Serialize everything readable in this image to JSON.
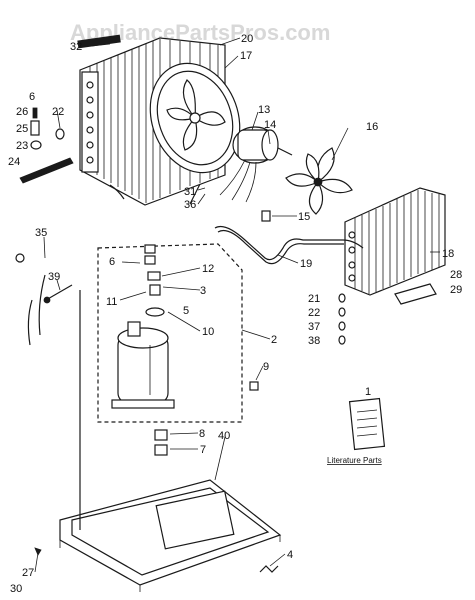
{
  "watermark": "AppliancePartsPros.com",
  "literature_label": "Literature Parts",
  "callouts": {
    "c1": "1",
    "c2": "2",
    "c3": "3",
    "c4": "4",
    "c5": "5",
    "c6": "6",
    "c6b": "6",
    "c7": "7",
    "c8": "8",
    "c9": "9",
    "c10": "10",
    "c11": "11",
    "c12": "12",
    "c13": "13",
    "c14": "14",
    "c15": "15",
    "c16": "16",
    "c17": "17",
    "c18": "18",
    "c19": "19",
    "c20": "20",
    "c21": "21",
    "c22": "22",
    "c22b": "22",
    "c23": "23",
    "c24": "24",
    "c25": "25",
    "c26": "26",
    "c27": "27",
    "c28": "28",
    "c29": "29",
    "c30": "30",
    "c31": "31",
    "c32": "32",
    "c35": "35",
    "c36": "36",
    "c37": "37",
    "c38": "38",
    "c39": "39",
    "c40": "40"
  }
}
